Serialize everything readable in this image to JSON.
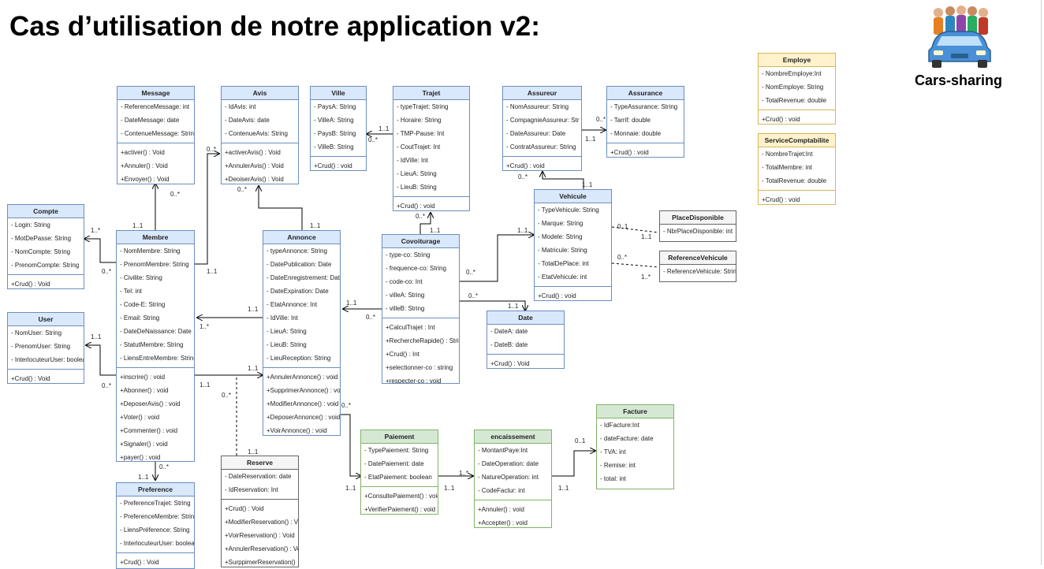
{
  "title": "Cas d’utilisation de notre application v2:",
  "brand": {
    "label": "Cars-sharing",
    "logo_icon": "car-people-icon"
  },
  "classes": [
    {
      "id": "Message",
      "name": "Message",
      "attrs": [
        "- ReferenceMessage: int",
        "- DateMessage: date",
        "- ContenueMessage: String"
      ],
      "methods": [
        "+activer() : Void",
        "+Annuler() : Void",
        "+Envoyer() : Void"
      ]
    },
    {
      "id": "Avis",
      "name": "Avis",
      "attrs": [
        "- IdAvis: int",
        "- DateAvis: date",
        "- ContenueAvis: String"
      ],
      "methods": [
        "+activerAvis() : Void",
        "+AnnulerAvis() : Void",
        "+DeoiserAvis() : Void"
      ]
    },
    {
      "id": "Ville",
      "name": "Ville",
      "attrs": [
        "- PaysA: String",
        "- VilleA: String",
        "- PaysB: String",
        "- VilleB: String"
      ],
      "methods": [
        "+Crud() : void"
      ]
    },
    {
      "id": "Trajet",
      "name": "Trajet",
      "attrs": [
        "- typeTrajet: String",
        "- Horaire: String",
        "- TMP-Pause: Int",
        "- CoutTrajet: Int",
        "- IdVille: Int",
        "- LieuA: String",
        "- LieuB: String"
      ],
      "methods": [
        "+Crud() : void"
      ]
    },
    {
      "id": "Assureur",
      "name": "Assureur",
      "attrs": [
        "- NomAssureur: String",
        "- CompagnieAssureur: Str",
        "- DateAssureur: Date",
        "- ContratAssureur: String"
      ],
      "methods": [
        "+Crud() : void"
      ]
    },
    {
      "id": "Assurance",
      "name": "Assurance",
      "attrs": [
        "- TypeAssurance: String",
        "- Tarrif: double",
        "- Monnaie: double"
      ],
      "methods": [
        "+Crud() : void"
      ]
    },
    {
      "id": "Compte",
      "name": "Compte",
      "attrs": [
        "- Login: String",
        "- MotDePasse: String",
        "- NomCompte: String",
        "- PrenomCompte: String"
      ],
      "methods": [
        "+Crud() : Void"
      ]
    },
    {
      "id": "Membre",
      "name": "Membre",
      "attrs": [
        "- NomMembre: String",
        "- PrenomMembre: String",
        "- Civilite: String",
        "- Tel: int",
        "- Code-E: String",
        "- Email: String",
        "- DateDeNaissance: Date",
        "- StatutMembre: String",
        "- LiensEntreMembre: String"
      ],
      "methods": [
        "+inscrire() : void",
        "+Abonner() : void",
        "+DeposerAvis() : void",
        "+Voter() : void",
        "+Commenter() : void",
        "+Signaler() : void",
        "+payer() : void"
      ]
    },
    {
      "id": "Annonce",
      "name": "Annonce",
      "attrs": [
        "- typeAnnonce: String",
        "- DatePublication: Date",
        "- DateEnregistrement: Date",
        "- DateExpiration: Date",
        "- EtatAnnonce: Int",
        "- IdVille: Int",
        "- LieuA: String",
        "- LieuB: String",
        "- LieuReception: String"
      ],
      "methods": [
        "+AnnulerAnnonce() : void",
        "+SupprimerAnnonce() : void",
        "+ModifierAnnonce() : void",
        "+DeposerAnnonce() : void",
        "+VoirAnnonce() : void"
      ]
    },
    {
      "id": "Covoiturage",
      "name": "Covoiturage",
      "attrs": [
        "- type-co: String",
        "- frequence-co: String",
        "- code-co: Int",
        "- villeA: String",
        "- villeB: String"
      ],
      "methods": [
        "+CalculTrajet : Int",
        "+RechercheRapide() : String",
        "+Crud() : Int",
        "+selectionner-co : string",
        "+respecter-co : void"
      ]
    },
    {
      "id": "Vehicule",
      "name": "Vehicule",
      "attrs": [
        "- TypeVehicule: String",
        "- Marque: String",
        "- Modele: String",
        "- Matricule: String",
        "- TotalDePlace: int",
        "- EtatVehicule: int"
      ],
      "methods": [
        "+Crud() : void"
      ]
    },
    {
      "id": "PlaceDisponible",
      "name": "PlaceDisponible",
      "attrs": [
        "- NbrPlaceDisponible: int"
      ],
      "methods": []
    },
    {
      "id": "ReferenceVehicule",
      "name": "ReferenceVehicule",
      "attrs": [
        "- ReferenceVehicule: String"
      ],
      "methods": []
    },
    {
      "id": "Date",
      "name": "Date",
      "attrs": [
        "- DateA: date",
        "- DateB: date"
      ],
      "methods": [
        "+Crud() : Void"
      ]
    },
    {
      "id": "User",
      "name": "User",
      "attrs": [
        "- NomUser: String",
        "- PrenomUser: String",
        "- InterlocuteurUser: boolean"
      ],
      "methods": [
        "+Crud() : Void"
      ]
    },
    {
      "id": "Preference",
      "name": "Preference",
      "attrs": [
        "- PreferenceTrajet: String",
        "- PreferenceMembre: String",
        "- LiensPréference: String",
        "- InterlocuteurUser: boolean"
      ],
      "methods": [
        "+Crud() : Void"
      ]
    },
    {
      "id": "Reserve",
      "name": "Reserve",
      "attrs": [
        "- DateReservation: date",
        "- IdReservation: Int"
      ],
      "methods": [
        "+Crud() : Void",
        "+ModifierReservation() : Void",
        "+VoirReservation() : Void",
        "+AnnulerReservation() : Void",
        "+SurppimerReservation()"
      ]
    },
    {
      "id": "Paiement",
      "name": "Paiement",
      "attrs": [
        "- TypePaiement: String",
        "- DatePaiement: date",
        "- EtatPaiement: boolean"
      ],
      "methods": [
        "+ConsultePaiement() : void",
        "+VerifierPaiement() : void"
      ]
    },
    {
      "id": "encaissement",
      "name": "encaissement",
      "attrs": [
        "- MontantPaye:Int",
        "- DateOperation: date",
        "- NatureOperation: int",
        "- CodeFactur: int"
      ],
      "methods": [
        "+Annuler() : void",
        "+Accepter() : void"
      ]
    },
    {
      "id": "Facture",
      "name": "Facture",
      "attrs": [
        "- IdFacture:Int",
        "- dateFacture: date",
        "- TVA: int",
        "- Remise: int",
        "- total: int"
      ],
      "methods": []
    },
    {
      "id": "Employe",
      "name": "Employe",
      "attrs": [
        "- NombreEmploye:Int",
        "- NomEmploye: String",
        "- TotalRevenue: double"
      ],
      "methods": [
        "+Crud() : void"
      ]
    },
    {
      "id": "ServiceComptabilite",
      "name": "ServiceComptabilite",
      "attrs": [
        "- NombreTrajet:Int",
        "- TotalMembre: int",
        "- TotalRevenue: double"
      ],
      "methods": [
        "+Crud() : void"
      ]
    }
  ],
  "multiplicities": [
    "0..*",
    "1..1",
    "0..*",
    "1..1",
    "0..*",
    "1..1",
    "0..*",
    "1..1",
    "0..*",
    "1..1",
    "0..*",
    "1..1",
    "1..*",
    "0..*",
    "1..1",
    "0..*",
    "1..1",
    "1..*",
    "1..1",
    "0..*",
    "1..1",
    "0..*",
    "1..1",
    "0..*",
    "0..1",
    "1..1",
    "0..*",
    "1..*",
    "1..1",
    "0..*",
    "1..1",
    "1..1",
    "0..*",
    "1..1",
    "0..*",
    "1..1",
    "0..*",
    "1..1",
    "1..*",
    "1..1",
    "0..1",
    "1..1",
    "1..1",
    "0..*"
  ]
}
